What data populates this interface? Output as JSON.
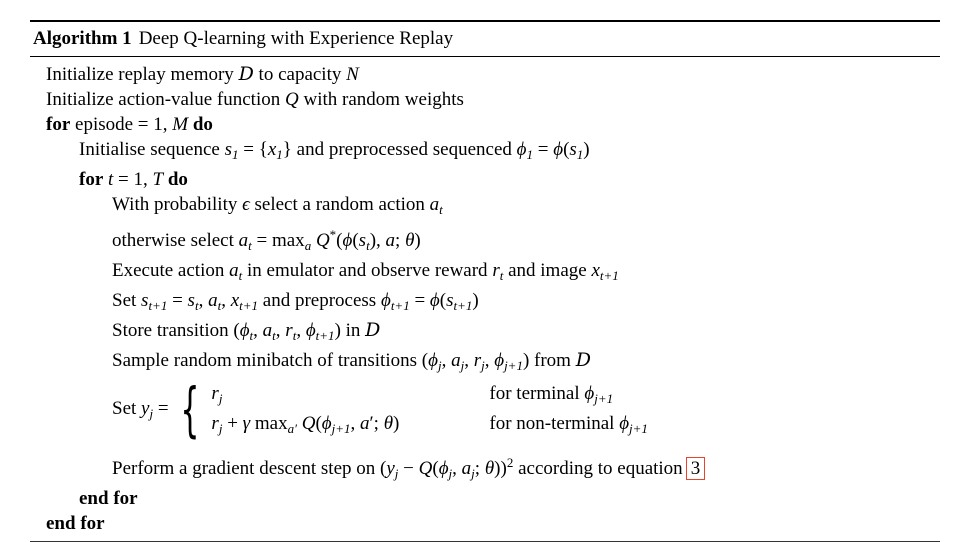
{
  "colors": {
    "equation_box": "#e8432d",
    "text": "#000000",
    "background": "#ffffff"
  },
  "algorithm": {
    "label": "Algorithm 1",
    "title": "Deep Q-learning with Experience Replay",
    "equation_reference": "3",
    "lines": [
      {
        "indent": 0,
        "segs": [
          {
            "t": "Initialize replay memory "
          },
          {
            "t": "D",
            "s": "cal"
          },
          {
            "t": " to capacity "
          },
          {
            "t": "N",
            "s": "i"
          }
        ]
      },
      {
        "indent": 0,
        "segs": [
          {
            "t": "Initialize action-value function "
          },
          {
            "t": "Q",
            "s": "i"
          },
          {
            "t": " with random weights"
          }
        ]
      },
      {
        "indent": 0,
        "segs": [
          {
            "t": "for",
            "s": "b"
          },
          {
            "t": " episode = 1, "
          },
          {
            "t": "M",
            "s": "i"
          },
          {
            "t": " "
          },
          {
            "t": "do",
            "s": "b"
          }
        ]
      },
      {
        "indent": 1,
        "segs": [
          {
            "t": "Initialise sequence "
          },
          {
            "t": "s",
            "s": "i"
          },
          {
            "t": "1",
            "s": "sub"
          },
          {
            "t": " = {"
          },
          {
            "t": "x",
            "s": "i"
          },
          {
            "t": "1",
            "s": "sub"
          },
          {
            "t": "} and preprocessed sequenced "
          },
          {
            "t": "ϕ",
            "s": "i"
          },
          {
            "t": "1",
            "s": "sub"
          },
          {
            "t": " = "
          },
          {
            "t": "ϕ",
            "s": "i"
          },
          {
            "t": "("
          },
          {
            "t": "s",
            "s": "i"
          },
          {
            "t": "1",
            "s": "sub"
          },
          {
            "t": ")"
          }
        ]
      },
      {
        "indent": 1,
        "segs": [
          {
            "t": "for",
            "s": "b"
          },
          {
            "t": " "
          },
          {
            "t": "t",
            "s": "i"
          },
          {
            "t": " = 1, "
          },
          {
            "t": "T",
            "s": "i"
          },
          {
            "t": " "
          },
          {
            "t": "do",
            "s": "b"
          }
        ]
      },
      {
        "indent": 2,
        "segs": [
          {
            "t": "With probability "
          },
          {
            "t": "ϵ",
            "s": "i"
          },
          {
            "t": " select a random action "
          },
          {
            "t": "a",
            "s": "i"
          },
          {
            "t": "t",
            "s": "sub"
          }
        ]
      },
      {
        "indent": 2,
        "segs": [
          {
            "t": "otherwise select "
          },
          {
            "t": "a",
            "s": "i"
          },
          {
            "t": "t",
            "s": "sub"
          },
          {
            "t": " = max"
          },
          {
            "t": "a",
            "s": "sub"
          },
          {
            "t": " "
          },
          {
            "t": "Q",
            "s": "i"
          },
          {
            "t": "*",
            "s": "sup"
          },
          {
            "t": "("
          },
          {
            "t": "ϕ",
            "s": "i"
          },
          {
            "t": "("
          },
          {
            "t": "s",
            "s": "i"
          },
          {
            "t": "t",
            "s": "sub"
          },
          {
            "t": "), "
          },
          {
            "t": "a",
            "s": "i"
          },
          {
            "t": "; "
          },
          {
            "t": "θ",
            "s": "i"
          },
          {
            "t": ")"
          }
        ]
      },
      {
        "indent": 2,
        "segs": [
          {
            "t": "Execute action "
          },
          {
            "t": "a",
            "s": "i"
          },
          {
            "t": "t",
            "s": "sub"
          },
          {
            "t": " in emulator and observe reward "
          },
          {
            "t": "r",
            "s": "i"
          },
          {
            "t": "t",
            "s": "sub"
          },
          {
            "t": " and image "
          },
          {
            "t": "x",
            "s": "i"
          },
          {
            "t": "t+1",
            "s": "sub"
          }
        ]
      },
      {
        "indent": 2,
        "segs": [
          {
            "t": "Set "
          },
          {
            "t": "s",
            "s": "i"
          },
          {
            "t": "t+1",
            "s": "sub"
          },
          {
            "t": " = "
          },
          {
            "t": "s",
            "s": "i"
          },
          {
            "t": "t",
            "s": "sub"
          },
          {
            "t": ", "
          },
          {
            "t": "a",
            "s": "i"
          },
          {
            "t": "t",
            "s": "sub"
          },
          {
            "t": ", "
          },
          {
            "t": "x",
            "s": "i"
          },
          {
            "t": "t+1",
            "s": "sub"
          },
          {
            "t": " and preprocess "
          },
          {
            "t": "ϕ",
            "s": "i"
          },
          {
            "t": "t+1",
            "s": "sub"
          },
          {
            "t": " = "
          },
          {
            "t": "ϕ",
            "s": "i"
          },
          {
            "t": "("
          },
          {
            "t": "s",
            "s": "i"
          },
          {
            "t": "t+1",
            "s": "sub"
          },
          {
            "t": ")"
          }
        ]
      },
      {
        "indent": 2,
        "segs": [
          {
            "t": "Store transition ("
          },
          {
            "t": "ϕ",
            "s": "i"
          },
          {
            "t": "t",
            "s": "sub"
          },
          {
            "t": ", "
          },
          {
            "t": "a",
            "s": "i"
          },
          {
            "t": "t",
            "s": "sub"
          },
          {
            "t": ", "
          },
          {
            "t": "r",
            "s": "i"
          },
          {
            "t": "t",
            "s": "sub"
          },
          {
            "t": ", "
          },
          {
            "t": "ϕ",
            "s": "i"
          },
          {
            "t": "t+1",
            "s": "sub"
          },
          {
            "t": ") in "
          },
          {
            "t": "D",
            "s": "cal"
          }
        ]
      },
      {
        "indent": 2,
        "segs": [
          {
            "t": "Sample random minibatch of transitions ("
          },
          {
            "t": "ϕ",
            "s": "i"
          },
          {
            "t": "j",
            "s": "sub"
          },
          {
            "t": ", "
          },
          {
            "t": "a",
            "s": "i"
          },
          {
            "t": "j",
            "s": "sub"
          },
          {
            "t": ", "
          },
          {
            "t": "r",
            "s": "i"
          },
          {
            "t": "j",
            "s": "sub"
          },
          {
            "t": ", "
          },
          {
            "t": "ϕ",
            "s": "i"
          },
          {
            "t": "j+1",
            "s": "sub"
          },
          {
            "t": ") from "
          },
          {
            "t": "D",
            "s": "cal"
          }
        ]
      },
      {
        "indent": 2,
        "type": "cases",
        "prefix": [
          {
            "t": "Set "
          },
          {
            "t": "y",
            "s": "i"
          },
          {
            "t": "j",
            "s": "sub"
          },
          {
            "t": " = "
          }
        ],
        "brace": "{",
        "rows": [
          {
            "value": [
              {
                "t": "r",
                "s": "i"
              },
              {
                "t": "j",
                "s": "sub"
              }
            ],
            "cond": [
              {
                "t": "for terminal "
              },
              {
                "t": "ϕ",
                "s": "i"
              },
              {
                "t": "j+1",
                "s": "sub"
              }
            ]
          },
          {
            "value": [
              {
                "t": "r",
                "s": "i"
              },
              {
                "t": "j",
                "s": "sub"
              },
              {
                "t": " + "
              },
              {
                "t": "γ",
                "s": "i"
              },
              {
                "t": " max"
              },
              {
                "t": "a′",
                "s": "sub"
              },
              {
                "t": " "
              },
              {
                "t": "Q",
                "s": "i"
              },
              {
                "t": "("
              },
              {
                "t": "ϕ",
                "s": "i"
              },
              {
                "t": "j+1",
                "s": "sub"
              },
              {
                "t": ", "
              },
              {
                "t": "a",
                "s": "i"
              },
              {
                "t": "′; "
              },
              {
                "t": "θ",
                "s": "i"
              },
              {
                "t": ")"
              }
            ],
            "cond": [
              {
                "t": "for non-terminal "
              },
              {
                "t": "ϕ",
                "s": "i"
              },
              {
                "t": "j+1",
                "s": "sub"
              }
            ]
          }
        ]
      },
      {
        "indent": 2,
        "segs": [
          {
            "t": "Perform a gradient descent step on ("
          },
          {
            "t": "y",
            "s": "i"
          },
          {
            "t": "j",
            "s": "sub"
          },
          {
            "t": " − "
          },
          {
            "t": "Q",
            "s": "i"
          },
          {
            "t": "("
          },
          {
            "t": "ϕ",
            "s": "i"
          },
          {
            "t": "j",
            "s": "sub"
          },
          {
            "t": ", "
          },
          {
            "t": "a",
            "s": "i"
          },
          {
            "t": "j",
            "s": "sub"
          },
          {
            "t": "; "
          },
          {
            "t": "θ",
            "s": "i"
          },
          {
            "t": "))"
          },
          {
            "t": "2",
            "s": "sup"
          },
          {
            "t": " according to equation"
          },
          {
            "t": "3",
            "s": "redbox"
          }
        ]
      },
      {
        "indent": 1,
        "segs": [
          {
            "t": "end for",
            "s": "b"
          }
        ]
      },
      {
        "indent": 0,
        "segs": [
          {
            "t": "end for",
            "s": "b"
          }
        ]
      }
    ]
  }
}
